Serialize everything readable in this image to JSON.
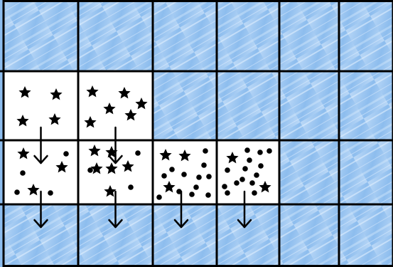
{
  "diagram": {
    "rows": 4,
    "cols": 6,
    "colors": {
      "water_light": "#bcd9f7",
      "water_mid": "#8dbdee",
      "water_dark": "#5f9fe0",
      "water_streak": "#e6f2ff",
      "white_cell": "#ffffff",
      "grid_line": "#000000",
      "marker": "#000000"
    },
    "white_cells": [
      {
        "row": 1,
        "col": 0,
        "content": "stars"
      },
      {
        "row": 1,
        "col": 1,
        "content": "stars"
      },
      {
        "row": 2,
        "col": 0,
        "content": "stars-and-dots"
      },
      {
        "row": 2,
        "col": 1,
        "content": "stars-and-dots"
      },
      {
        "row": 2,
        "col": 2,
        "content": "dots-and-stars"
      },
      {
        "row": 2,
        "col": 3,
        "content": "dots-and-stars"
      }
    ],
    "arrows": [
      {
        "from_row": 1,
        "col": 0
      },
      {
        "from_row": 1,
        "col": 1
      },
      {
        "from_row": 2,
        "col": 0
      },
      {
        "from_row": 2,
        "col": 1
      },
      {
        "from_row": 2,
        "col": 2
      },
      {
        "from_row": 2,
        "col": 3
      }
    ],
    "icons": [
      "star-icon",
      "dot-icon",
      "down-arrow-icon"
    ]
  }
}
